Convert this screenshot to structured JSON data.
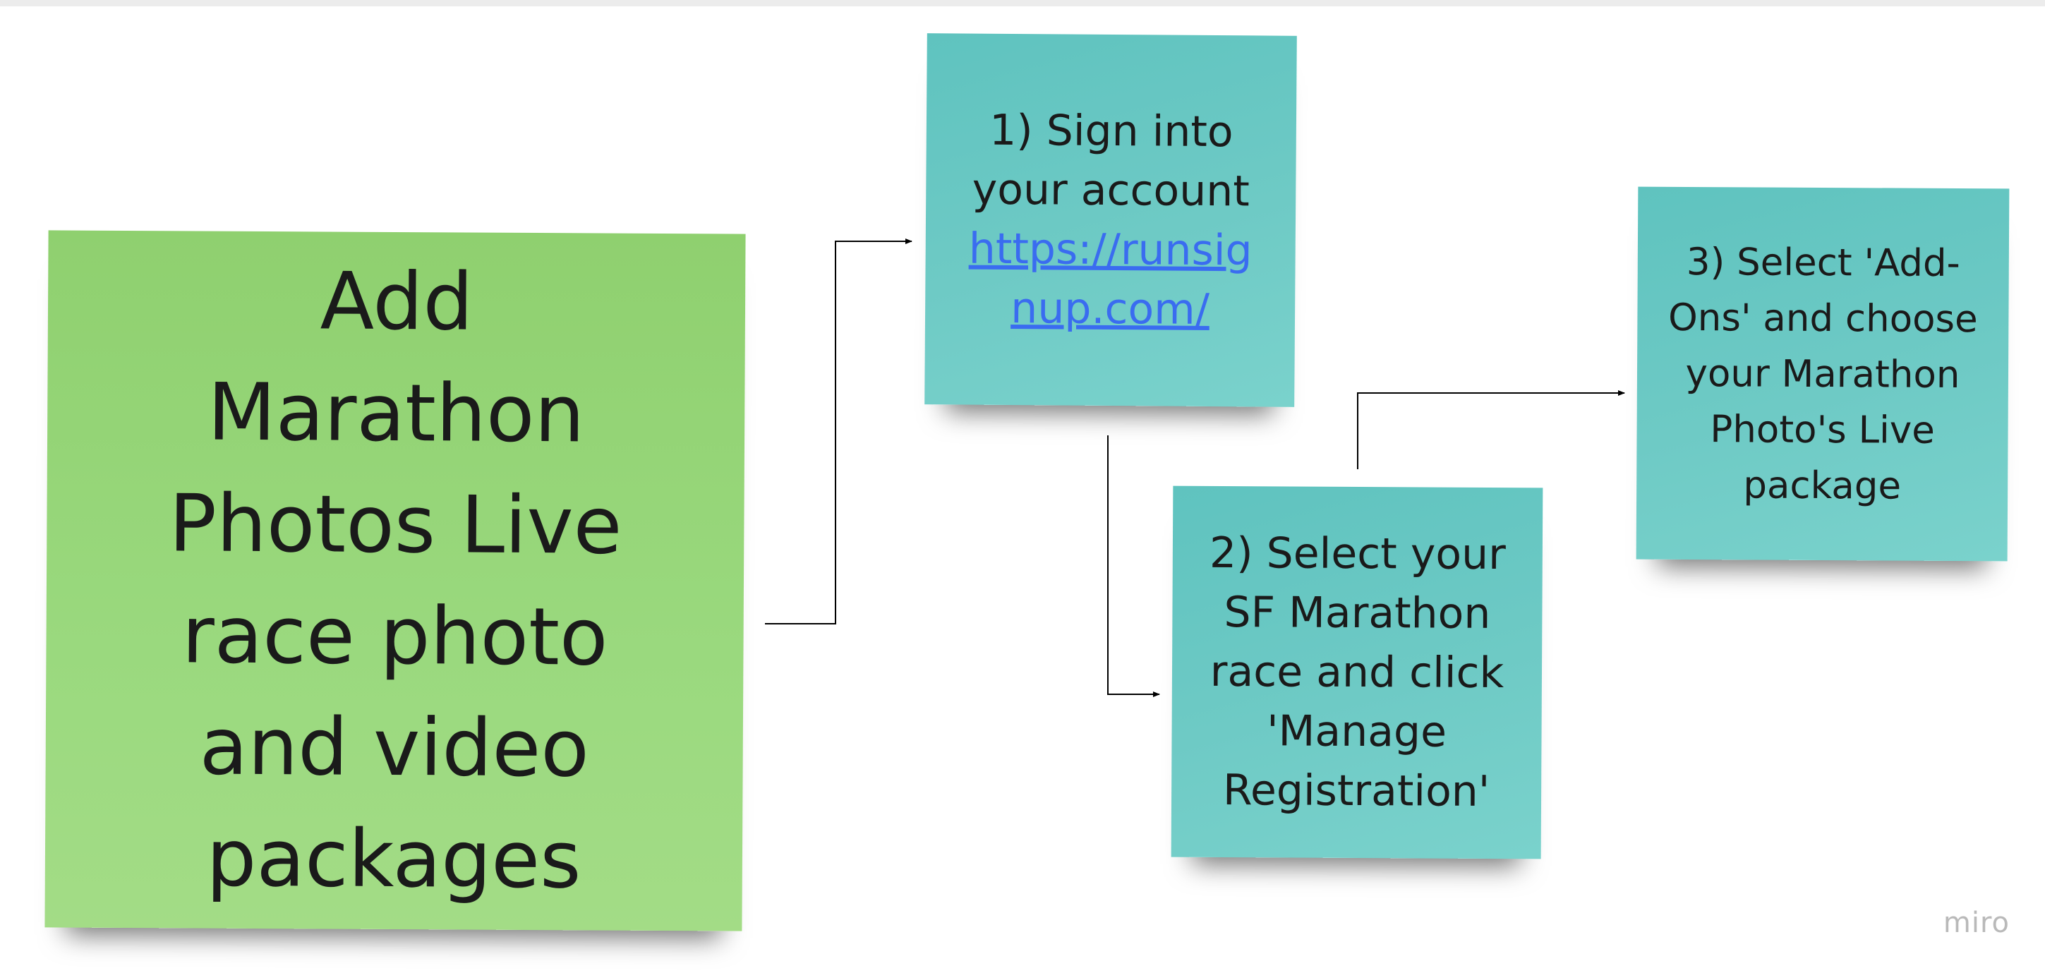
{
  "board": {
    "main_note": {
      "text": "Add Marathon Photos Live race photo and video packages",
      "color": "#94d375"
    },
    "step_notes": [
      {
        "text": "1) Sign into your account ",
        "link": "https://runsignup.com/",
        "color": "#66c7c2"
      },
      {
        "text": "2) Select your SF Marathon race and click 'Manage Registration'",
        "color": "#66c7c2"
      },
      {
        "text": "3) Select 'Add-Ons' and choose your Marathon Photo's Live package",
        "color": "#66c7c2"
      }
    ],
    "connectors": [
      {
        "from": "main_note",
        "to": "step_1"
      },
      {
        "from": "step_1",
        "to": "step_2"
      },
      {
        "from": "step_2",
        "to": "step_3"
      }
    ],
    "connector_color": "#000000"
  },
  "watermark": "miro"
}
